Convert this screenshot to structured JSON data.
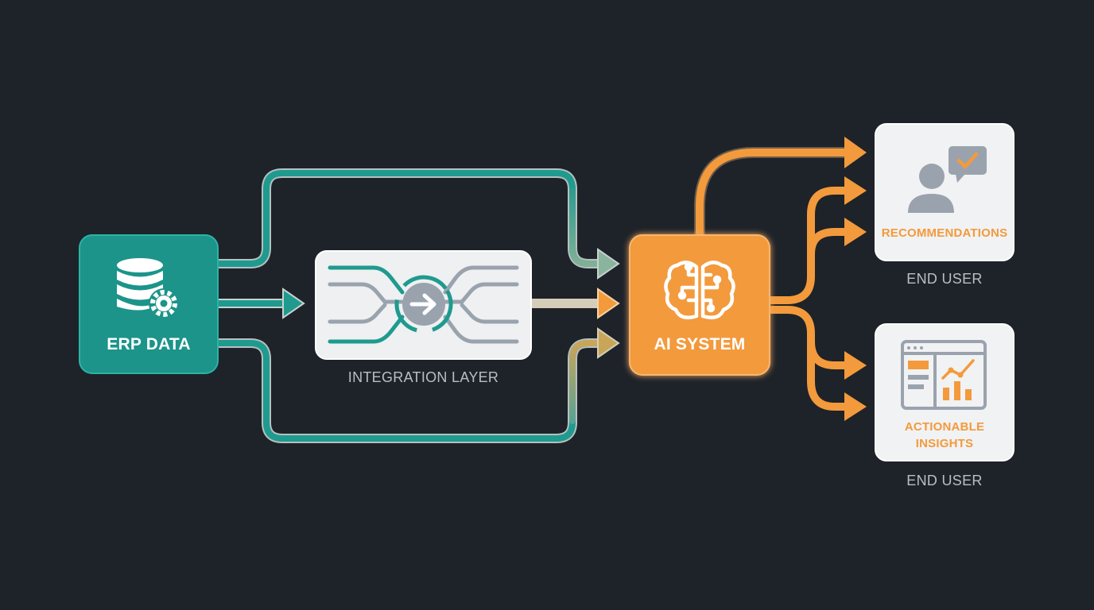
{
  "nodes": {
    "erp": {
      "label": "ERP DATA"
    },
    "integration": {
      "caption": "INTEGRATION LAYER"
    },
    "ai": {
      "label": "AI SYSTEM"
    },
    "recommendations": {
      "label": "RECOMMENDATIONS",
      "caption": "END USER"
    },
    "insights": {
      "label_line1": "ACTIONABLE",
      "label_line2": "INSIGHTS",
      "caption": "END USER"
    }
  },
  "icons": {
    "erp": "database-gear-icon",
    "integration": "arrow-circle-icon",
    "ai": "brain-circuit-icon",
    "recommendations": "user-chat-check-icon",
    "insights": "dashboard-chart-icon"
  },
  "colors": {
    "background": "#1e2329",
    "teal": "#1f9a8f",
    "orange": "#f39a3c",
    "card": "#f1f2f3",
    "gray_icon": "#9aa3ad",
    "caption": "#b9bec4"
  }
}
